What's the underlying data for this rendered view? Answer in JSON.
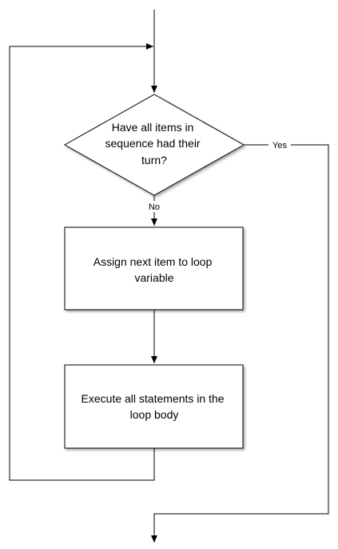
{
  "diagram": {
    "decision": {
      "line1": "Have all items in",
      "line2": "sequence had their",
      "line3": "turn?"
    },
    "assign": {
      "line1": "Assign next item to loop",
      "line2": "variable"
    },
    "execute": {
      "line1": "Execute all statements in the",
      "line2": "loop body"
    },
    "labels": {
      "yes": "Yes",
      "no": "No"
    }
  },
  "colors": {
    "stroke": "#000000",
    "fill": "#ffffff"
  }
}
